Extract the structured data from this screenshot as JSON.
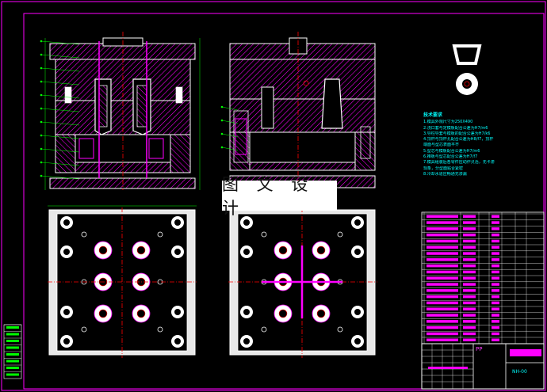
{
  "drawing": {
    "watermark_text": "图 文 设 计",
    "title_block_name": "PP",
    "drawing_number": "NH-00",
    "colors": {
      "background": "#000000",
      "frame": "#ff00ff",
      "outline": "#ffffff",
      "hatch": "#ff00ff",
      "center_line": "#ff0000",
      "dimension": "#00ff00",
      "notes_text": "#00ffff",
      "plate_fill": "#e8e8e8"
    }
  },
  "technical_notes": {
    "title": "技术要求",
    "items": [
      "1.模具外观尺寸为250X490",
      "2.浇口套与定模板配合公差为H7/m6",
      "3.导柱导套与模板的配合公差为H7/k6",
      "4.顶杆与顶杆孔配合公差为H8/f7，顶杆",
      "  端面与型芯表面平齐",
      "5.型芯与模板配合公差为H7/m6",
      "6.推板与型芯配合公差为H7/f7",
      "7.模具组装后各零件应动作灵活，无卡滞",
      "  现象，分型面贴合紧密",
      "8.冷却水道应畅通无渗漏"
    ]
  }
}
